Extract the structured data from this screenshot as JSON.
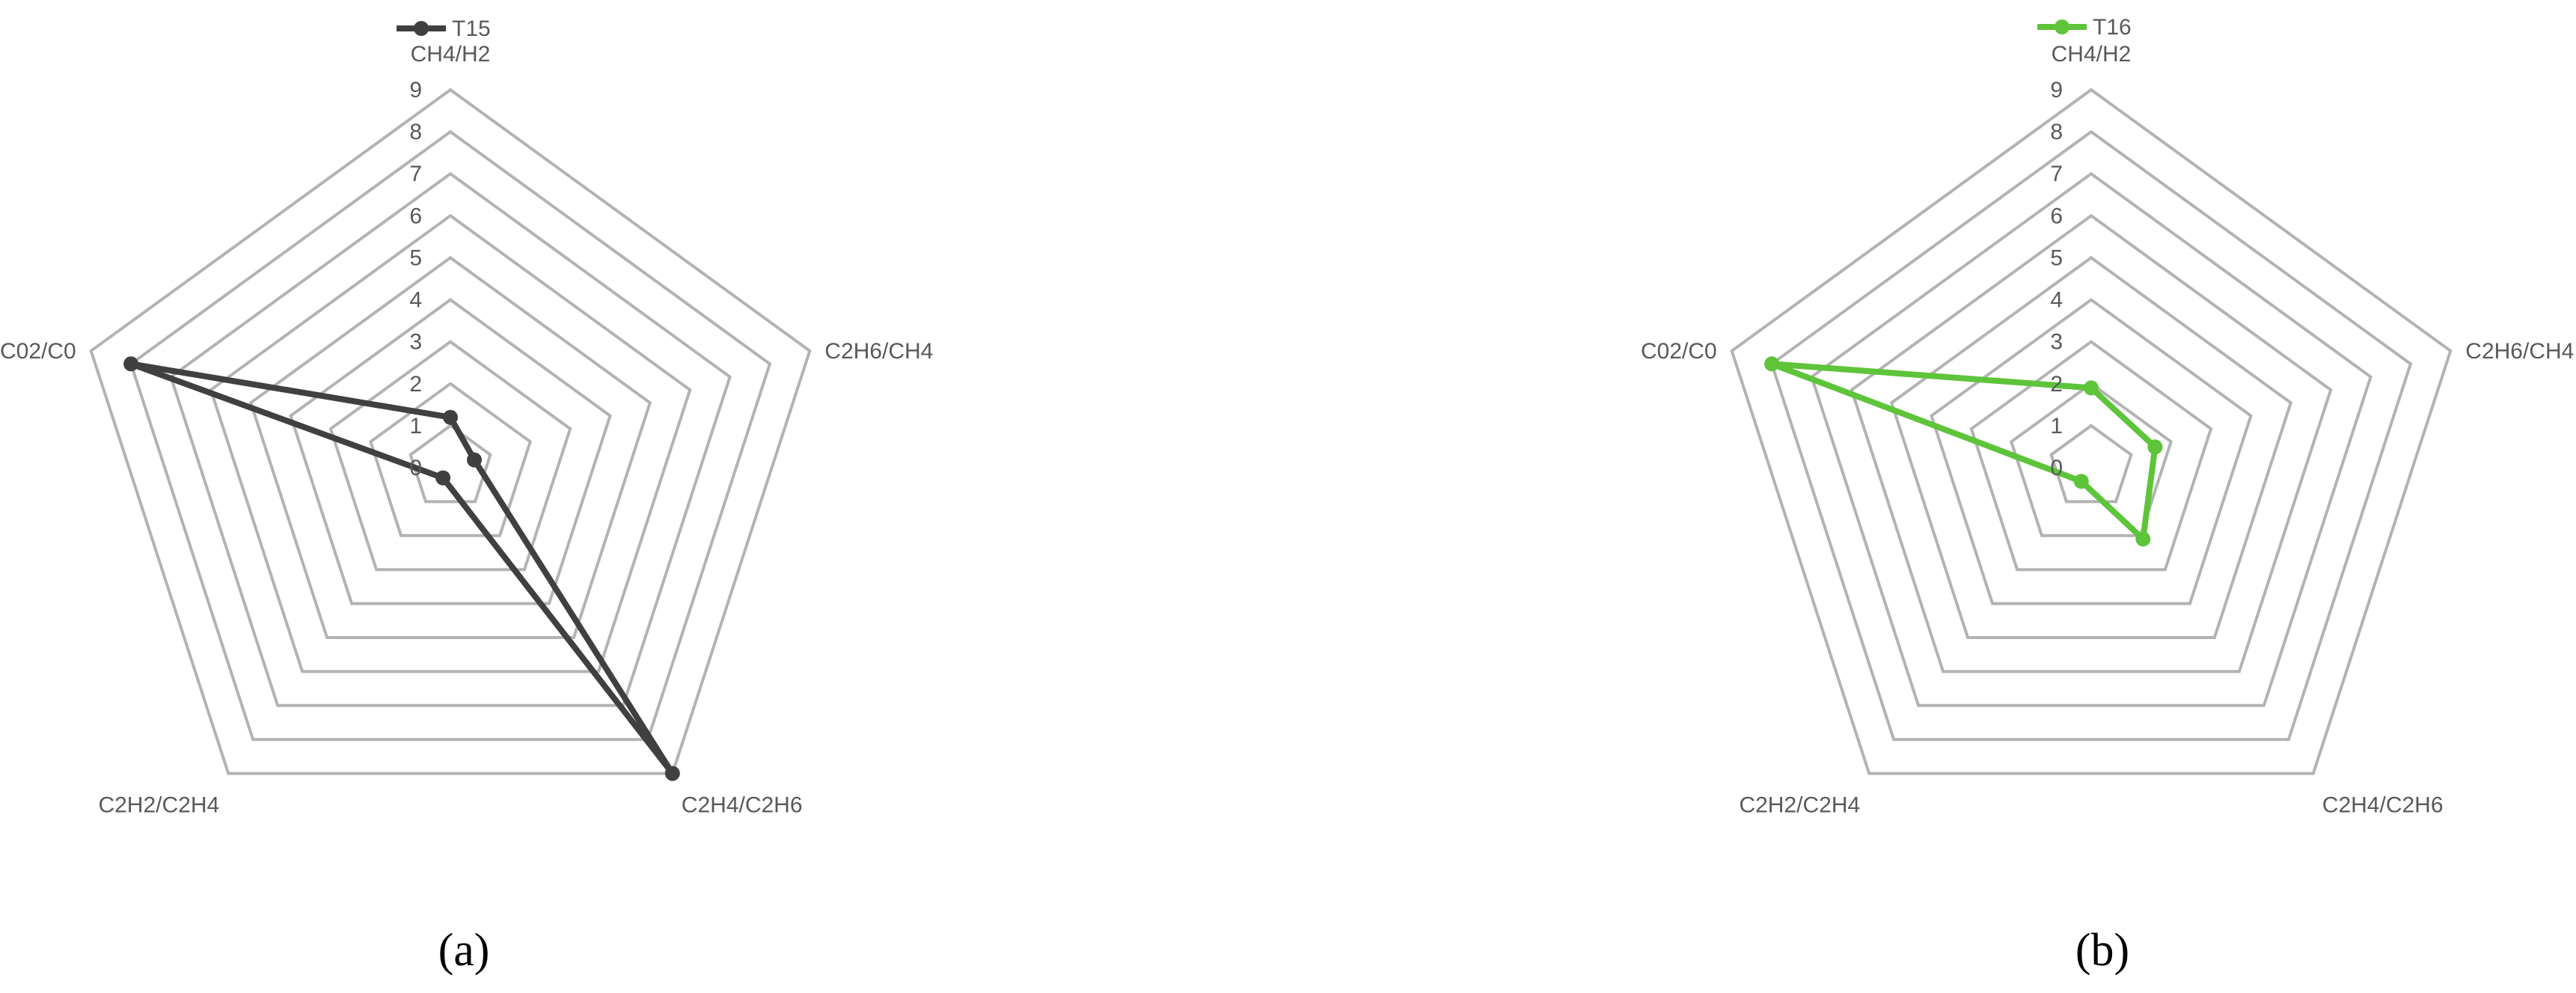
{
  "chart_data": [
    {
      "type": "radar",
      "caption": "(a)",
      "axes": [
        "CH4/H2",
        "C2H6/CH4",
        "C2H4/C2H6",
        "C2H2/C2H4",
        "C02/C0"
      ],
      "r_ticks": [
        "0",
        "1",
        "2",
        "3",
        "4",
        "5",
        "6",
        "7",
        "8",
        "9"
      ],
      "rlim": [
        0,
        9
      ],
      "grid": true,
      "legend": "top",
      "series": [
        {
          "name": "T15",
          "color": "#404040",
          "values": [
            1.2,
            0.6,
            9.0,
            0.3,
            8.0
          ]
        }
      ]
    },
    {
      "type": "radar",
      "caption": "(b)",
      "axes": [
        "CH4/H2",
        "C2H6/CH4",
        "C2H4/C2H6",
        "C2H2/C2H4",
        "C02/C0"
      ],
      "r_ticks": [
        "0",
        "1",
        "2",
        "3",
        "4",
        "5",
        "6",
        "7",
        "8",
        "9"
      ],
      "rlim": [
        0,
        9
      ],
      "grid": true,
      "legend": "top",
      "series": [
        {
          "name": "T16",
          "color": "#5ec43a",
          "values": [
            1.9,
            1.6,
            2.1,
            0.4,
            8.0
          ]
        }
      ]
    }
  ]
}
